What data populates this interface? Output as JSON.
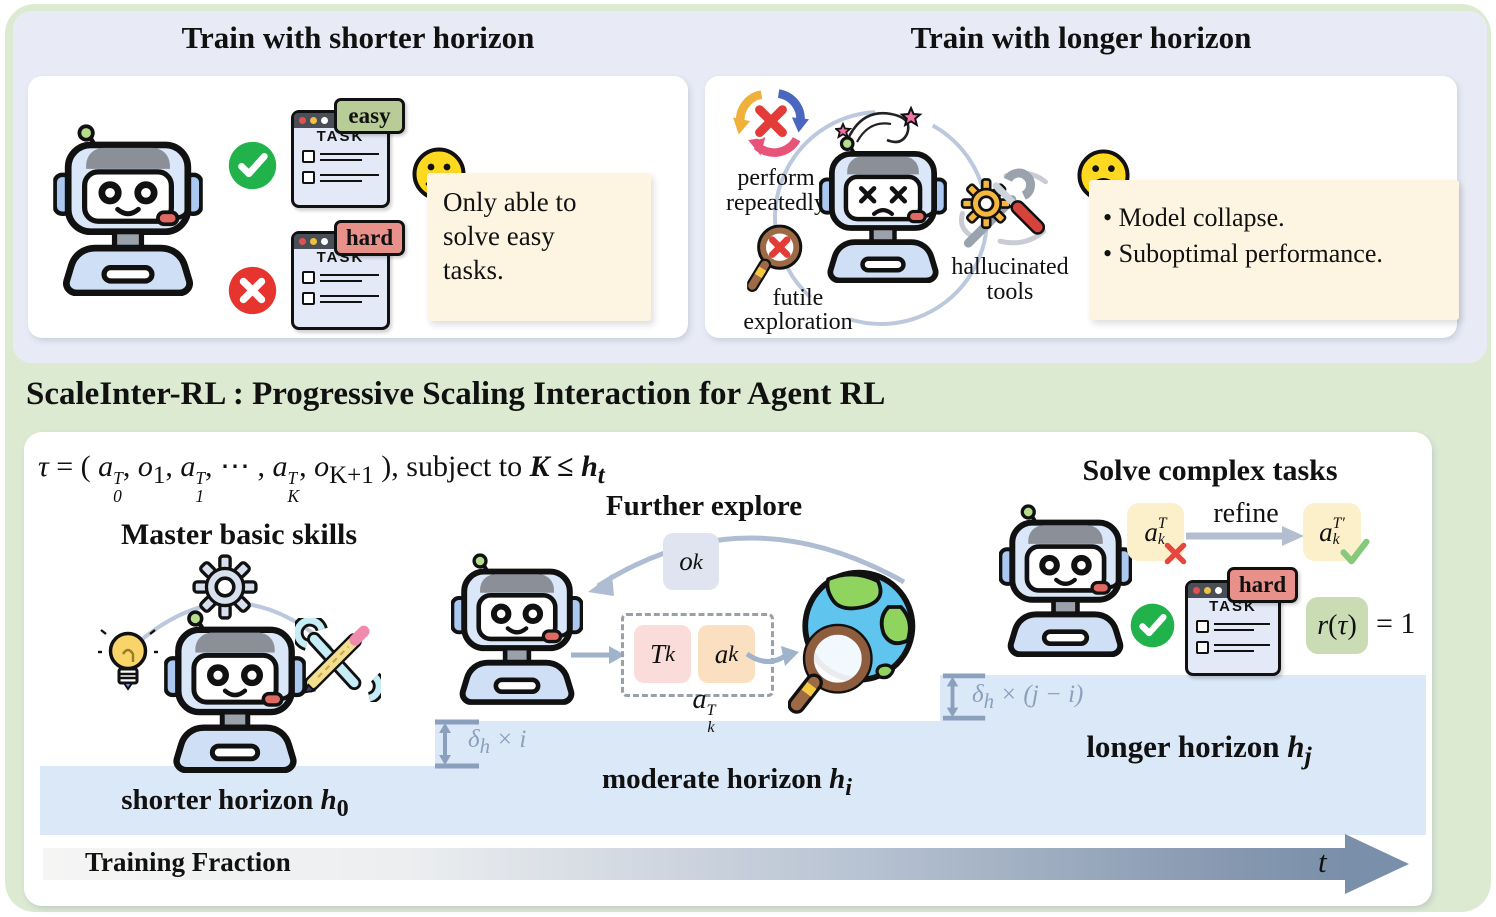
{
  "colors": {
    "frame_green": "#dcead2",
    "panel_lavender": "#e8ebf5",
    "note_cream": "#fdf5e2",
    "step_blue": "#dbe8f7",
    "tag_easy_green": "#b7cc96",
    "tag_hard_red": "#e8918a",
    "check_green": "#22b24c",
    "cross_red": "#e6342f",
    "box_yellow": "#fcf0cb",
    "box_reward_green": "#c9dcb4",
    "box_pink": "#fadcda",
    "box_orange": "#fbdfc1",
    "box_periwinkle": "#dfe4f0",
    "annotation_slate": "#8ba0bd"
  },
  "top_left": {
    "title": "Train with shorter horizon",
    "easy_tag": "easy",
    "hard_tag": "hard",
    "task_word": "TASK",
    "note_lines": [
      "Only able to",
      "solve easy",
      "tasks."
    ]
  },
  "top_right": {
    "title": "Train with longer horizon",
    "captions": {
      "repeat": [
        "perform",
        "repeatedly"
      ],
      "futile": [
        "futile",
        "exploration"
      ],
      "hallucinated": [
        "hallucinated",
        "tools"
      ]
    },
    "bullets": [
      "• Model collapse.",
      "• Suboptimal performance."
    ]
  },
  "banner": {
    "title": "ScaleInter-RL : Progressive Scaling Interaction for Agent RL"
  },
  "bottom": {
    "formula_html": "<i>τ</i> = ( <i>a</i><span class='ss'><span>T</span><span>0</span></span>, <i>o</i><sub>1</sub>, <i>a</i><span class='ss'><span>T</span><span>1</span></span>, ⋯ , <i>a</i><span class='ss'><span>T</span><span>K</span></span>, <i>o</i><sub>K+1</sub> ), subject to <b><i>K</i> ≤ <i>h</i><sub><i>t</i></sub></b>",
    "stage1_title": "Master basic skills",
    "stage2_title": "Further explore",
    "stage3_title": "Solve complex tasks",
    "ok_html": "<i>o</i><sub><i>k</i></sub>",
    "Tk_html": "<i>T</i><sub><i>k</i></sub>",
    "ak_html": "<i>a</i><sub><i>k</i></sub>",
    "akT_html": "<i>a</i><span class='ss'><span>T</span><span>k</span></span>",
    "akT_bad_html": "<i>a</i><span class='ss'><span>T</span><span>k</span></span>",
    "akT_good_html": "<i>a</i><span class='ss'><span>T′</span><span>k</span></span>",
    "refine_label": "refine",
    "reward_html": "<i>r</i>(<i>τ</i>)",
    "reward_eq": "= 1",
    "hard_tag": "hard",
    "task_word": "TASK",
    "step1_html": "shorter horizon <i>h</i><sub>0</sub>",
    "step2_html": "moderate horizon <i>h</i><sub><i>i</i></sub>",
    "step3_html": "longer horizon <i>h</i><sub><i>j</i></sub>",
    "delta1_html": "<i>δ</i><sub><i>h</i></sub> × <i>i</i>",
    "delta2_html": "<i>δ</i><sub><i>h</i></sub> × (<i>j</i> − <i>i</i>)",
    "timeline_label": "Training Fraction",
    "t_html": "<i>t</i>"
  }
}
